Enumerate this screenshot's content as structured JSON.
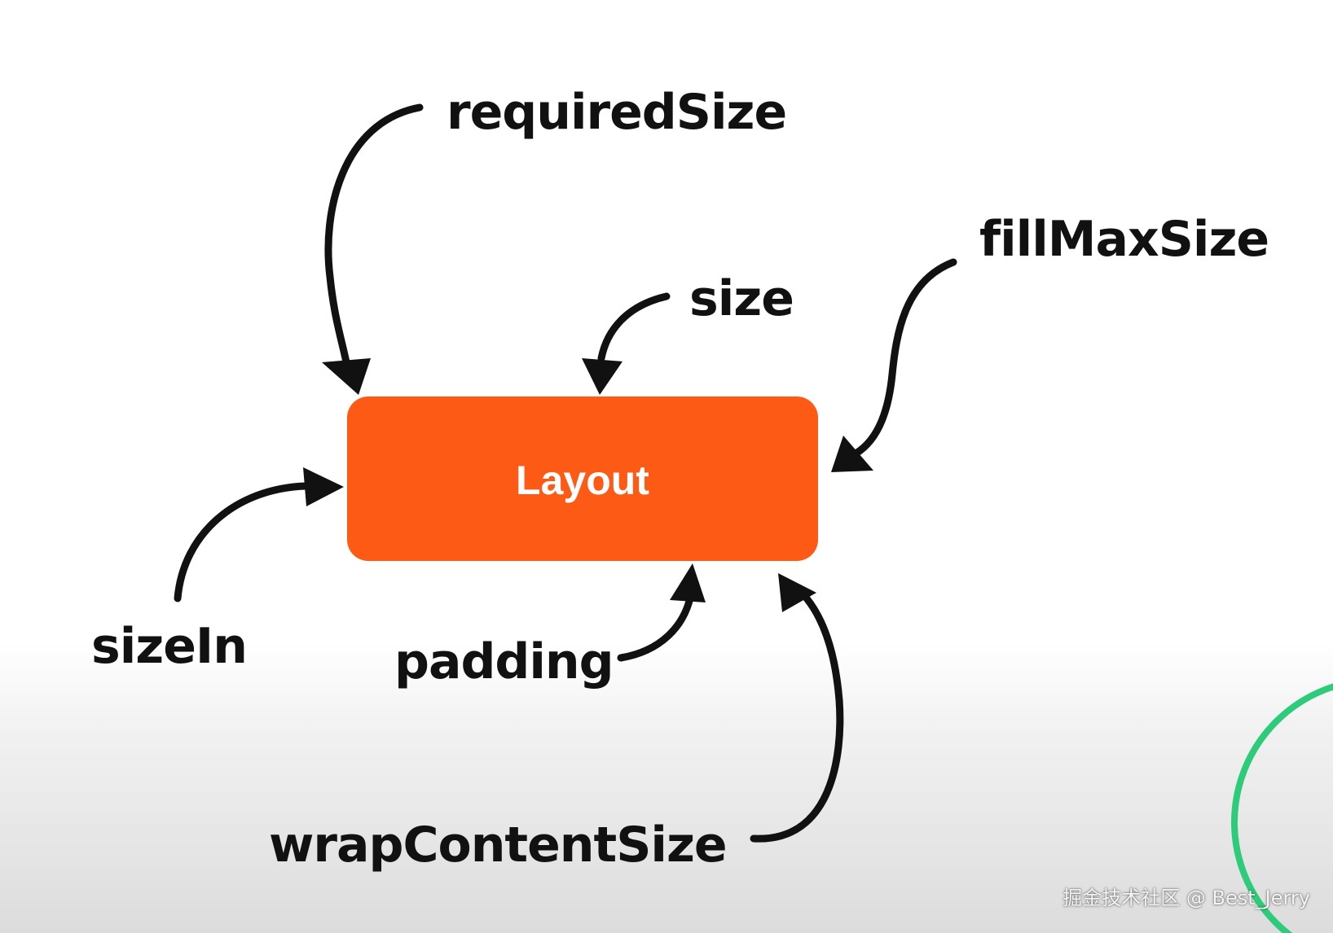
{
  "layout_box": {
    "label": "Layout",
    "color": "#fd5a16"
  },
  "labels": {
    "required_size": "requiredSize",
    "fill_max_size": "fillMaxSize",
    "size": "size",
    "size_in": "sizeIn",
    "padding": "padding",
    "wrap_content_size": "wrapContentSize"
  },
  "accent_circle_color": "#2ecc7a",
  "watermark": "掘金技术社区 @ Best_Jerry"
}
